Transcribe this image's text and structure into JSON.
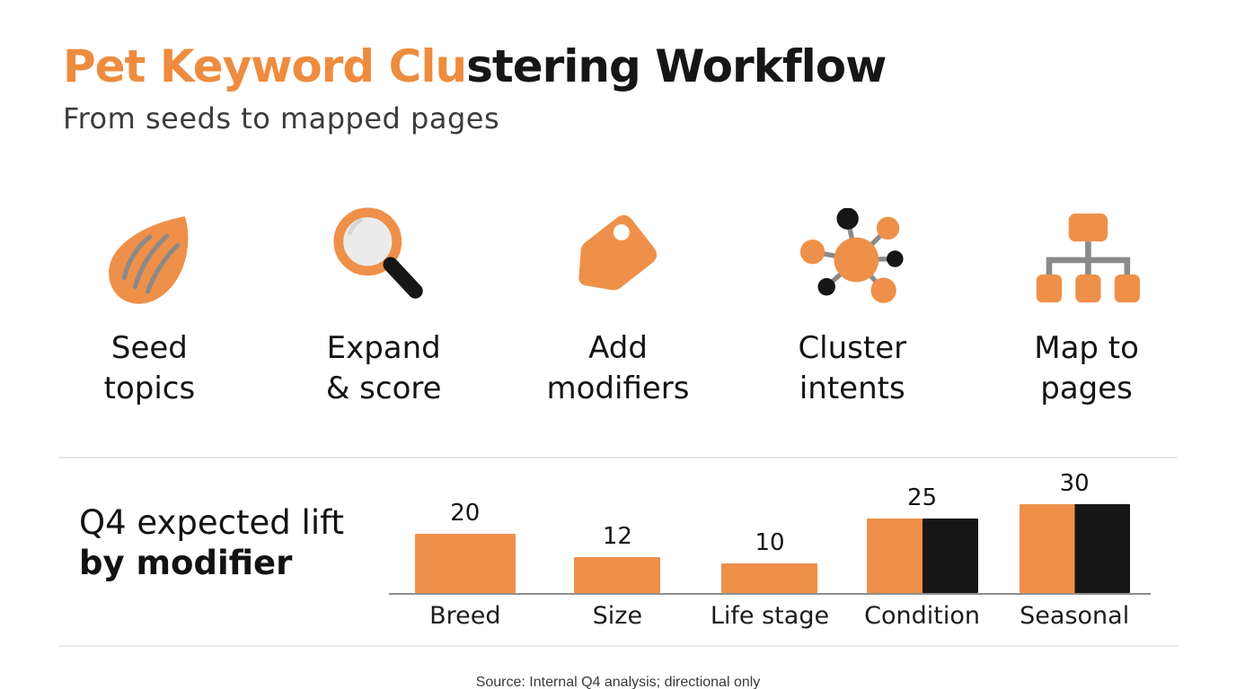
{
  "header": {
    "title_accent": "Pet Keyword Clu",
    "title_rest": "stering Workflow",
    "subtitle": "From seeds to mapped pages"
  },
  "workflow": {
    "steps": [
      {
        "icon": "seed",
        "label_lines": [
          "Seed",
          "topics"
        ]
      },
      {
        "icon": "magnifier",
        "label_lines": [
          "Expand",
          "& score"
        ]
      },
      {
        "icon": "tag",
        "label_lines": [
          "Add",
          "modifiers"
        ]
      },
      {
        "icon": "cluster",
        "label_lines": [
          "Cluster",
          "intents"
        ]
      },
      {
        "icon": "sitemap",
        "label_lines": [
          "Map to",
          "pages"
        ]
      }
    ]
  },
  "chart_data": {
    "type": "bar",
    "title_lines": [
      "Q4 expected lift",
      "by modifier"
    ],
    "categories": [
      "Breed",
      "Size",
      "Life stage",
      "Condition",
      "Seasonal"
    ],
    "values": [
      20,
      12,
      10,
      25,
      30
    ],
    "bar_styles": [
      "orange",
      "orange",
      "orange",
      "orange-black-split",
      "orange-black-split"
    ],
    "value_labels_shown": true,
    "ylim": [
      0,
      30
    ],
    "grid": false,
    "legend": false,
    "xlabel": "",
    "ylabel": ""
  },
  "footer": {
    "source": "Source: Internal Q4 analysis; directional only"
  },
  "colors": {
    "accent_orange": "#ED8C3E",
    "bar_orange": "#EE9049",
    "near_black": "#161616",
    "connector_gray": "#8A8A8A",
    "lens_gray": "#ECECEC",
    "divider_gray": "#E8E8E8"
  }
}
